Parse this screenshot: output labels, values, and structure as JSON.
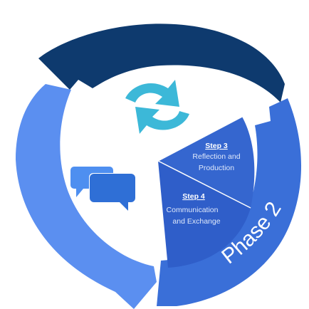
{
  "steps": [
    {
      "title": "Step 3",
      "lines": [
        "Reflection and",
        "Production"
      ]
    },
    {
      "title": "Step 4",
      "lines": [
        "Communication",
        "and Exchange"
      ]
    }
  ],
  "phase_label": "Phase 2",
  "colors": {
    "top_arrow": "#0e3a6e",
    "left_arrow": "#5b8ff0",
    "right_arrow": "#3a6fd8",
    "wedge_top": "#3566cf",
    "wedge_bottom": "#2f5ec9",
    "icon_cycle": "#3cb8d8",
    "icon_chat": "#3a7ee0"
  },
  "icons": [
    "refresh-cycle-icon",
    "chat-bubbles-icon"
  ]
}
